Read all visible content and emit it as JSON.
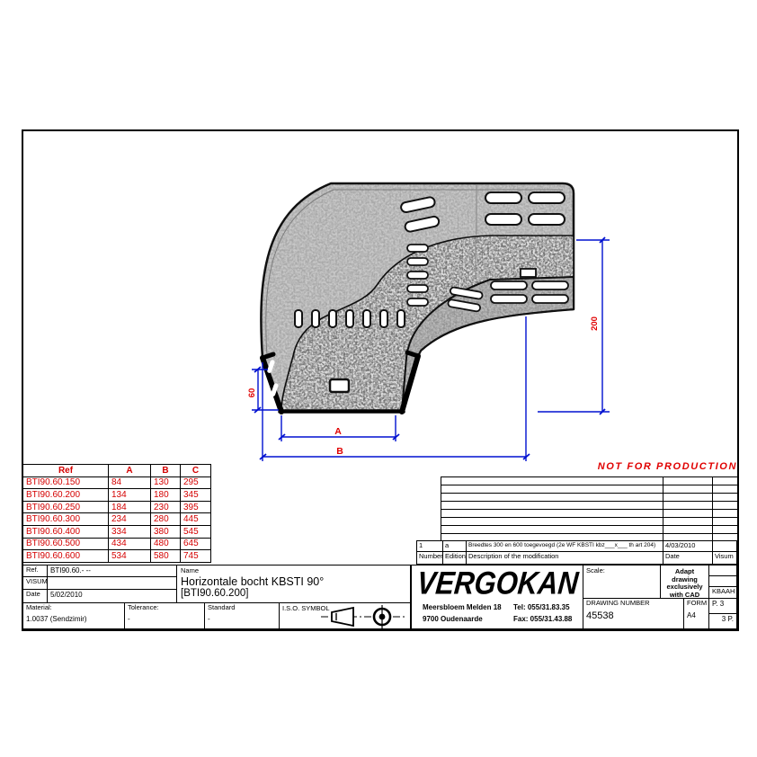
{
  "drawing": {
    "not_for_production": "NOT FOR PRODUCTION",
    "dims": {
      "height": "60",
      "inner_width": "A",
      "outer_width": "B",
      "side": "200"
    }
  },
  "parts_table": {
    "headers": [
      "Ref",
      "A",
      "B",
      "C"
    ],
    "rows": [
      [
        "BTI90.60.150",
        "84",
        "130",
        "295"
      ],
      [
        "BTI90.60.200",
        "134",
        "180",
        "345"
      ],
      [
        "BTI90.60.250",
        "184",
        "230",
        "395"
      ],
      [
        "BTI90.60.300",
        "234",
        "280",
        "445"
      ],
      [
        "BTI90.60.400",
        "334",
        "380",
        "545"
      ],
      [
        "BTI90.60.500",
        "434",
        "480",
        "645"
      ],
      [
        "BTI90.60.600",
        "534",
        "580",
        "745"
      ]
    ]
  },
  "revision_table": {
    "entry": {
      "number": "1",
      "edition": "a",
      "description": "Breedtes 300 en 600 toegevoegd (2e WF KBSTI kbz___x___ th art 204)",
      "date": "4/03/2010",
      "visum": ""
    },
    "headers": {
      "number": "Number",
      "edition": "Edition",
      "description": "Description of the modification",
      "date": "Date",
      "visum": "Visum"
    }
  },
  "title_block": {
    "ref_label": "Ref.",
    "ref_value": "BTI90.60.- --",
    "visum_label": "VISUM",
    "visum_value": "",
    "date_label": "Date",
    "date_value": "5/02/2010",
    "name_label": "Name",
    "name_line1": "Horizontale bocht KBSTI 90°",
    "name_line2": "[BTI90.60.200]",
    "material_label": "Material:",
    "material_value": "1.0037 (Sendzimir)",
    "tolerance_label": "Tolerance:",
    "tolerance_value": "-",
    "standard_label": "Standard",
    "standard_value": "-",
    "iso_symbol_label": "I.S.O. SYMBOL",
    "company": {
      "name": "VERGOKAN",
      "address_line1": "Meersbloem Melden 18",
      "address_line2": "9700 Oudenaarde",
      "tel": "Tel: 055/31.83.35",
      "fax": "Fax: 055/31.43.88"
    },
    "scale_label": "Scale:",
    "scale_value": "",
    "cad_note": "Adapt drawing exclusively with CAD",
    "code": "KBAAH",
    "drawing_number_label": "DRAWING NUMBER",
    "drawing_number_value": "45538",
    "form_label": "FORM",
    "form_value": "A4",
    "page": "P. 3",
    "pages": "3 P."
  },
  "colors": {
    "dimension_blue": "#0010d0",
    "accent_red": "#e00000",
    "table_red": "#d40000"
  }
}
